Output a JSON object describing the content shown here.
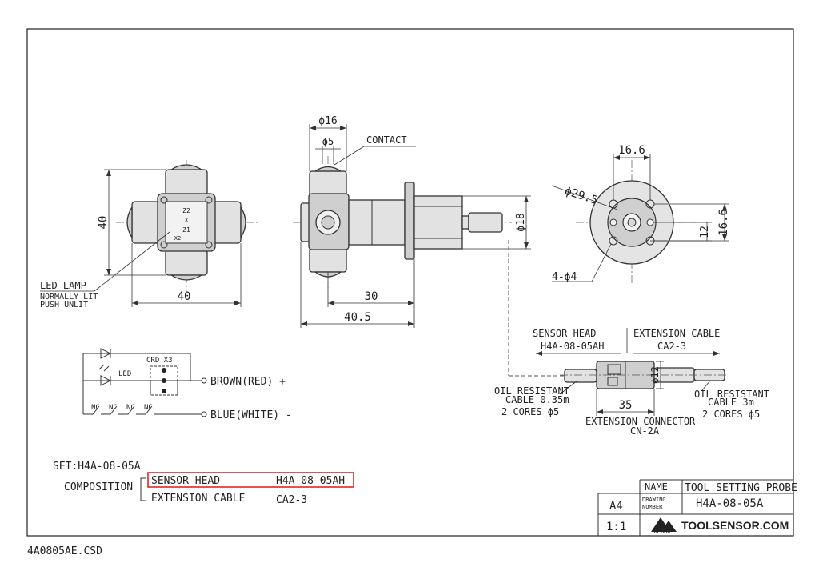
{
  "front_view": {
    "dim_height": "40",
    "dim_width": "40",
    "chip_text": [
      "Z2",
      "X",
      "Z1",
      "X2"
    ],
    "led_label": "LED LAMP",
    "led_note_1": "NORMALLY LIT",
    "led_note_2": "PUSH UNLIT"
  },
  "side_view": {
    "dim_d16": "ϕ16",
    "dim_d5": "ϕ5",
    "contact_label": "CONTACT",
    "dim_d18": "ϕ18",
    "dim_30": "30",
    "dim_40_5": "40.5"
  },
  "end_view": {
    "dim_16_6_top": "16.6",
    "dim_d29_5": "ϕ29.5",
    "dim_16_6_right": "16.6",
    "dim_12": "12",
    "dim_holes": "4-ϕ4"
  },
  "cable": {
    "sensor_head_label": "SENSOR HEAD",
    "sensor_head_code": "H4A-08-05AH",
    "extension_cable_label": "EXTENSION CABLE",
    "extension_cable_code": "CA2-3",
    "dim_d12": "ϕ12",
    "dim_35": "35",
    "oil_left_1": "OIL RESISTANT",
    "oil_left_2": "CABLE 0.35m",
    "oil_left_3": "2 CORES ϕ5",
    "oil_right_1": "OIL RESISTANT",
    "oil_right_2": "CABLE 3m",
    "oil_right_3": "2 CORES ϕ5",
    "connector_1": "EXTENSION CONNECTOR",
    "connector_2": "CN-2A"
  },
  "circuit": {
    "crd_label": "CRD X3",
    "led_label": "LED",
    "brown_label": "BROWN(RED) +",
    "blue_label": "BLUE(WHITE) -",
    "nc_labels": [
      "NC",
      "NC",
      "NC",
      "NC"
    ]
  },
  "composition": {
    "set_label": "SET:H4A-08-05A",
    "composition_label": "COMPOSITION",
    "row1_name": "SENSOR HEAD",
    "row1_code": "H4A-08-05AH",
    "row2_name": "EXTENSION CABLE",
    "row2_code": "CA2-3",
    "highlight_color": "#e0262a"
  },
  "title_block": {
    "name_label": "NAME",
    "name_value": "TOOL SETTING PROBE",
    "drawing_number_label_1": "DRAWING",
    "drawing_number_label_2": "NUMBER",
    "drawing_number_value": "H4A-08-05A",
    "size": "A4",
    "scale": "1:1",
    "logo_small": "METROL",
    "logo_text": "TOOLSENSOR.COM"
  },
  "file_name": "4A0805AE.CSD"
}
